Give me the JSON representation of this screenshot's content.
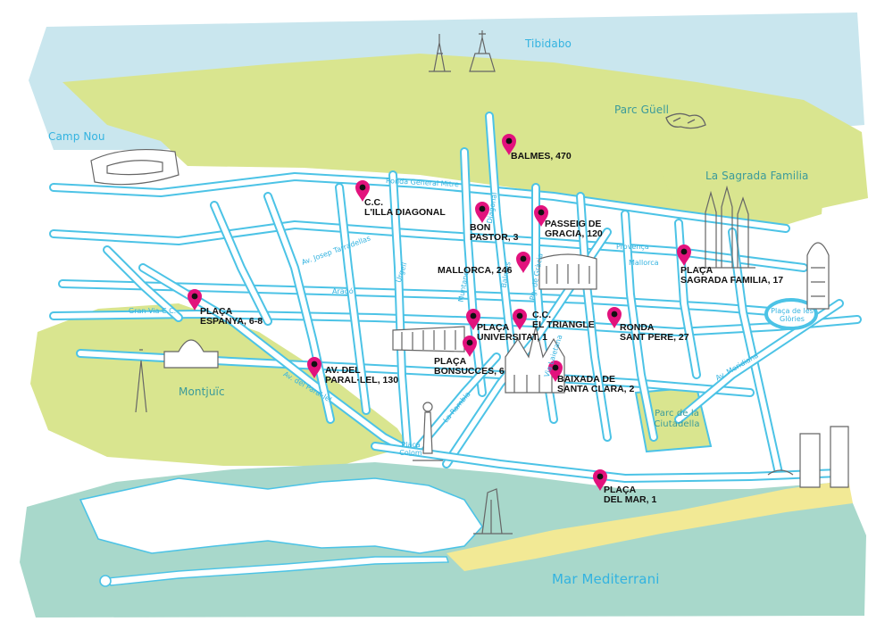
{
  "colors": {
    "sky": "#c9e6ee",
    "hill": "#d9e58f",
    "sea": "#a8d8cb",
    "sand": "#f2e995",
    "street": "#4cc3e6",
    "block": "#ffffff",
    "pin": "#e2127d",
    "area_text": "#33b3e0",
    "park_text": "#3b9a9a",
    "label_text": "#111111",
    "building": "#666666"
  },
  "areas": {
    "tibidabo": "Tibidabo",
    "parc_guell": "Parc Güell",
    "camp_nou": "Camp Nou",
    "sagrada_familia": "La Sagrada Familia",
    "montjuic": "Montjuïc",
    "ciutadella": "Parc de la Ciutadella",
    "sea": "Mar Mediterrani"
  },
  "streets": {
    "general_mitre": "Ronda General Mitre",
    "tarradellas": "Av. Josep Tarradellas",
    "arago": "Aragó",
    "gran_via": "Gran Via C.C.",
    "parallel": "Av. del Paral·lel",
    "urgell": "Urgell",
    "muntaner": "Muntaner",
    "balmes": "Balmes",
    "diagonal_short": "Diagonal",
    "passeig_de_gracia": "Pg. de Gràcia",
    "provenca": "Provença",
    "mallorca": "Mallorca",
    "la_rambla": "La Rambla",
    "via_laietana": "Via Laietana",
    "meridiana": "Av. Meridiana",
    "placa_glories": "Plaça de les Glòries",
    "placa_colom": "Plaça Colom"
  },
  "stores": [
    {
      "name": "balmes-470",
      "lines": [
        "BALMES, 470"
      ]
    },
    {
      "name": "cc-lilla-diagonal",
      "lines": [
        "C.C.",
        "L'ILLA DIAGONAL"
      ]
    },
    {
      "name": "bon-pastor-3",
      "lines": [
        "BON",
        "PASTOR, 3"
      ]
    },
    {
      "name": "passeig-de-gracia-120",
      "lines": [
        "PASSEIG DE",
        "GRACIA, 120"
      ]
    },
    {
      "name": "placa-sagrada-familia-17",
      "lines": [
        "PLAÇA",
        "SAGRADA FAMILIA, 17"
      ]
    },
    {
      "name": "mallorca-246",
      "lines": [
        "MALLORCA, 246"
      ]
    },
    {
      "name": "placa-espanya-6-8",
      "lines": [
        "PLAÇA",
        "ESPANYA, 6-8"
      ]
    },
    {
      "name": "placa-universitat-1",
      "lines": [
        "PLAÇA",
        "UNIVERSITAT, 1"
      ]
    },
    {
      "name": "cc-el-triangle",
      "lines": [
        "C.C.",
        "EL TRIANGLE"
      ]
    },
    {
      "name": "ronda-sant-pere-27",
      "lines": [
        "RONDA",
        "SANT PERE, 27"
      ]
    },
    {
      "name": "av-del-parallel-130",
      "lines": [
        "AV. DEL",
        "PARAL·LEL, 130"
      ]
    },
    {
      "name": "placa-bonsucces-6",
      "lines": [
        "PLAÇA",
        "BONSUCCES, 6"
      ]
    },
    {
      "name": "baixada-de-santa-clara-2",
      "lines": [
        "BAIXADA DE",
        "SANTA CLARA, 2"
      ]
    },
    {
      "name": "placa-del-mar-1",
      "lines": [
        "PLAÇA",
        "DEL MAR, 1"
      ]
    }
  ]
}
